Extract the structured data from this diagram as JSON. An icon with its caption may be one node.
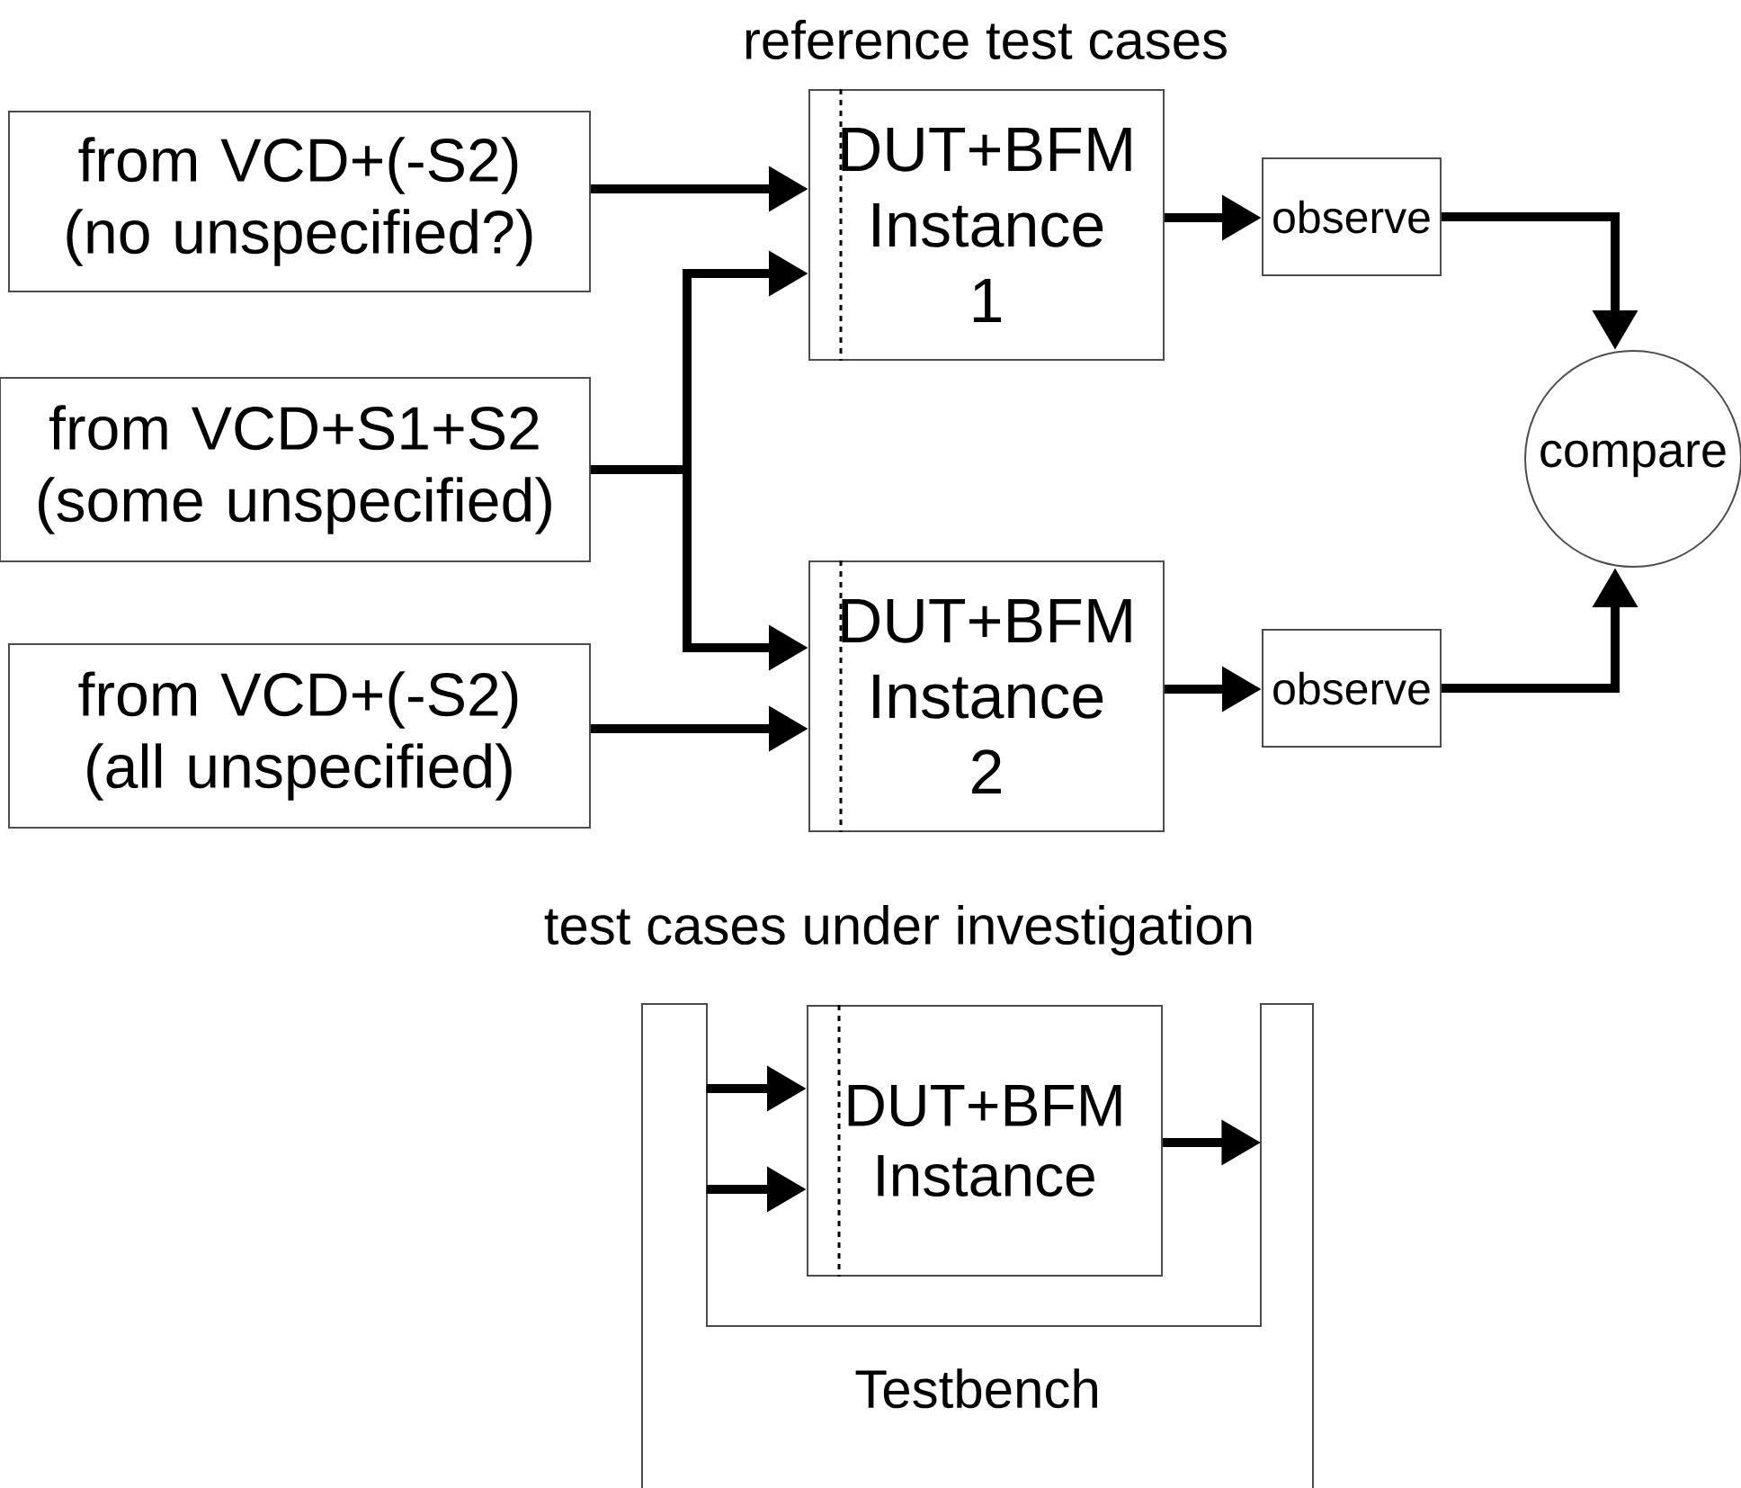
{
  "diagram": {
    "nodes": [
      {
        "text": [
          "from VCD+(-S2) (no unspecified?)"
        ]
      },
      {
        "text": [
          "from VCD+S1+S2 (some unspecified)"
        ]
      },
      {
        "text": [
          "from VCD+(-S2) (all unspecified)"
        ]
      },
      {
        "text": [
          "DUT+BFM Instance",
          "1"
        ],
        "beside": [
          "reference test cases"
        ]
      },
      {
        "text": [
          "DUT+BFM Instance",
          "2"
        ],
        "beside": [
          "test cases under investigation"
        ]
      },
      {
        "text": [
          "observe"
        ]
      },
      {
        "text": [
          "observe"
        ]
      },
      {
        "text": [
          "compare"
        ]
      },
      {
        "text": [
          "Testbench"
        ]
      },
      {
        "text": [
          "DUT+BFM Instance"
        ],
        "in": 8
      }
    ],
    "edges": [
      {
        "from": 0,
        "to": 3,
        "arrow": "to"
      },
      {
        "from": 1,
        "to": 3,
        "arrow": "to"
      },
      {
        "from": 1,
        "to": 4,
        "arrow": "to"
      },
      {
        "from": 2,
        "to": 4,
        "arrow": "to"
      },
      {
        "from": 3,
        "to": 5,
        "arrow": "to"
      },
      {
        "from": 4,
        "to": 6,
        "arrow": "to"
      },
      {
        "from": 5,
        "to": 7,
        "arrow": "to"
      },
      {
        "from": 6,
        "to": 7,
        "arrow": "to"
      },
      {
        "from": 8,
        "to": 9,
        "arrow": "to"
      },
      {
        "from": 8,
        "to": 9,
        "arrow": "to"
      },
      {
        "from": 9,
        "to": 8,
        "arrow": "to"
      }
    ]
  }
}
